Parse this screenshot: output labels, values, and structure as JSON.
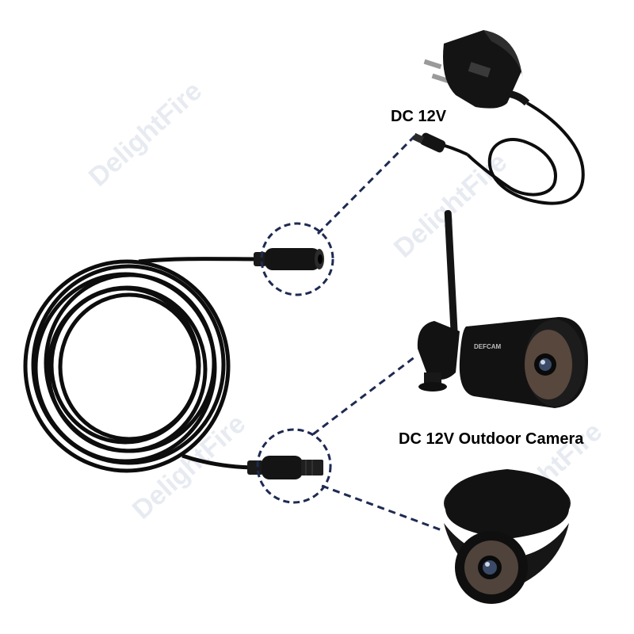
{
  "labels": {
    "adapter": "DC 12V",
    "camera": "DC 12V Outdoor Camera"
  },
  "watermark": {
    "brand": "DelightFire"
  },
  "bullet_camera_brand": "DEFCAM",
  "colors": {
    "background": "#ffffff",
    "cable": "#0d0d0d",
    "dashed_line": "#1e2a52",
    "device_body": "#141414",
    "watermark": "#d4dbe6"
  },
  "scene": {
    "items": [
      "ac-power-adapter",
      "dc-extension-cable",
      "bullet-camera",
      "dome-camera"
    ]
  }
}
